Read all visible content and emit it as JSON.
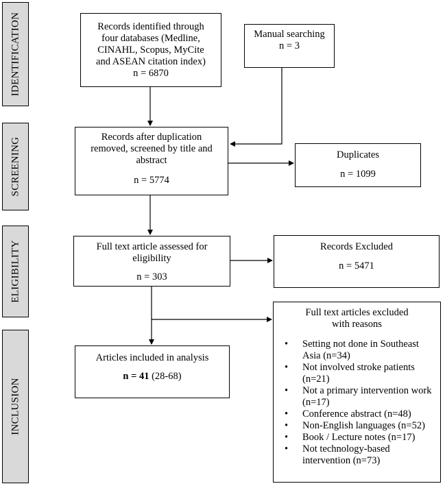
{
  "phases": [
    {
      "label": "IDENTIFICATION"
    },
    {
      "label": "SCREENING"
    },
    {
      "label": "ELIGIBILITY"
    },
    {
      "label": "INCLUSION"
    }
  ],
  "identification": {
    "records_lines": [
      "Records identified through",
      "four databases (Medline,",
      "CINAHL, Scopus, MyCite",
      "and ASEAN citation index)",
      "n = 6870"
    ],
    "manual_lines": [
      "Manual searching",
      "n = 3"
    ]
  },
  "screening": {
    "records_lines": [
      "Records after duplication",
      "removed, screened by title and",
      "abstract"
    ],
    "records_n": "n = 5774",
    "duplicates_label": "Duplicates",
    "duplicates_n": "n = 1099"
  },
  "eligibility": {
    "fulltext_lines": [
      "Full text article assessed for",
      "eligibility"
    ],
    "fulltext_n": "n = 303",
    "excluded_label": "Records Excluded",
    "excluded_n": "n = 5471"
  },
  "inclusion": {
    "included_label": "Articles included in analysis",
    "included_n_bold": "n = 41",
    "included_range": " (28-68)",
    "reasons_title": "Full text articles excluded with reasons",
    "reasons": [
      "Setting not done in Southeast Asia (n=34)",
      "Not involved stroke patients (n=21)",
      "Not a primary intervention work (n=17)",
      "Conference abstract (n=48)",
      "Non-English languages (n=52)",
      "Book / Lecture notes (n=17)",
      "Not technology-based intervention (n=73)"
    ]
  }
}
